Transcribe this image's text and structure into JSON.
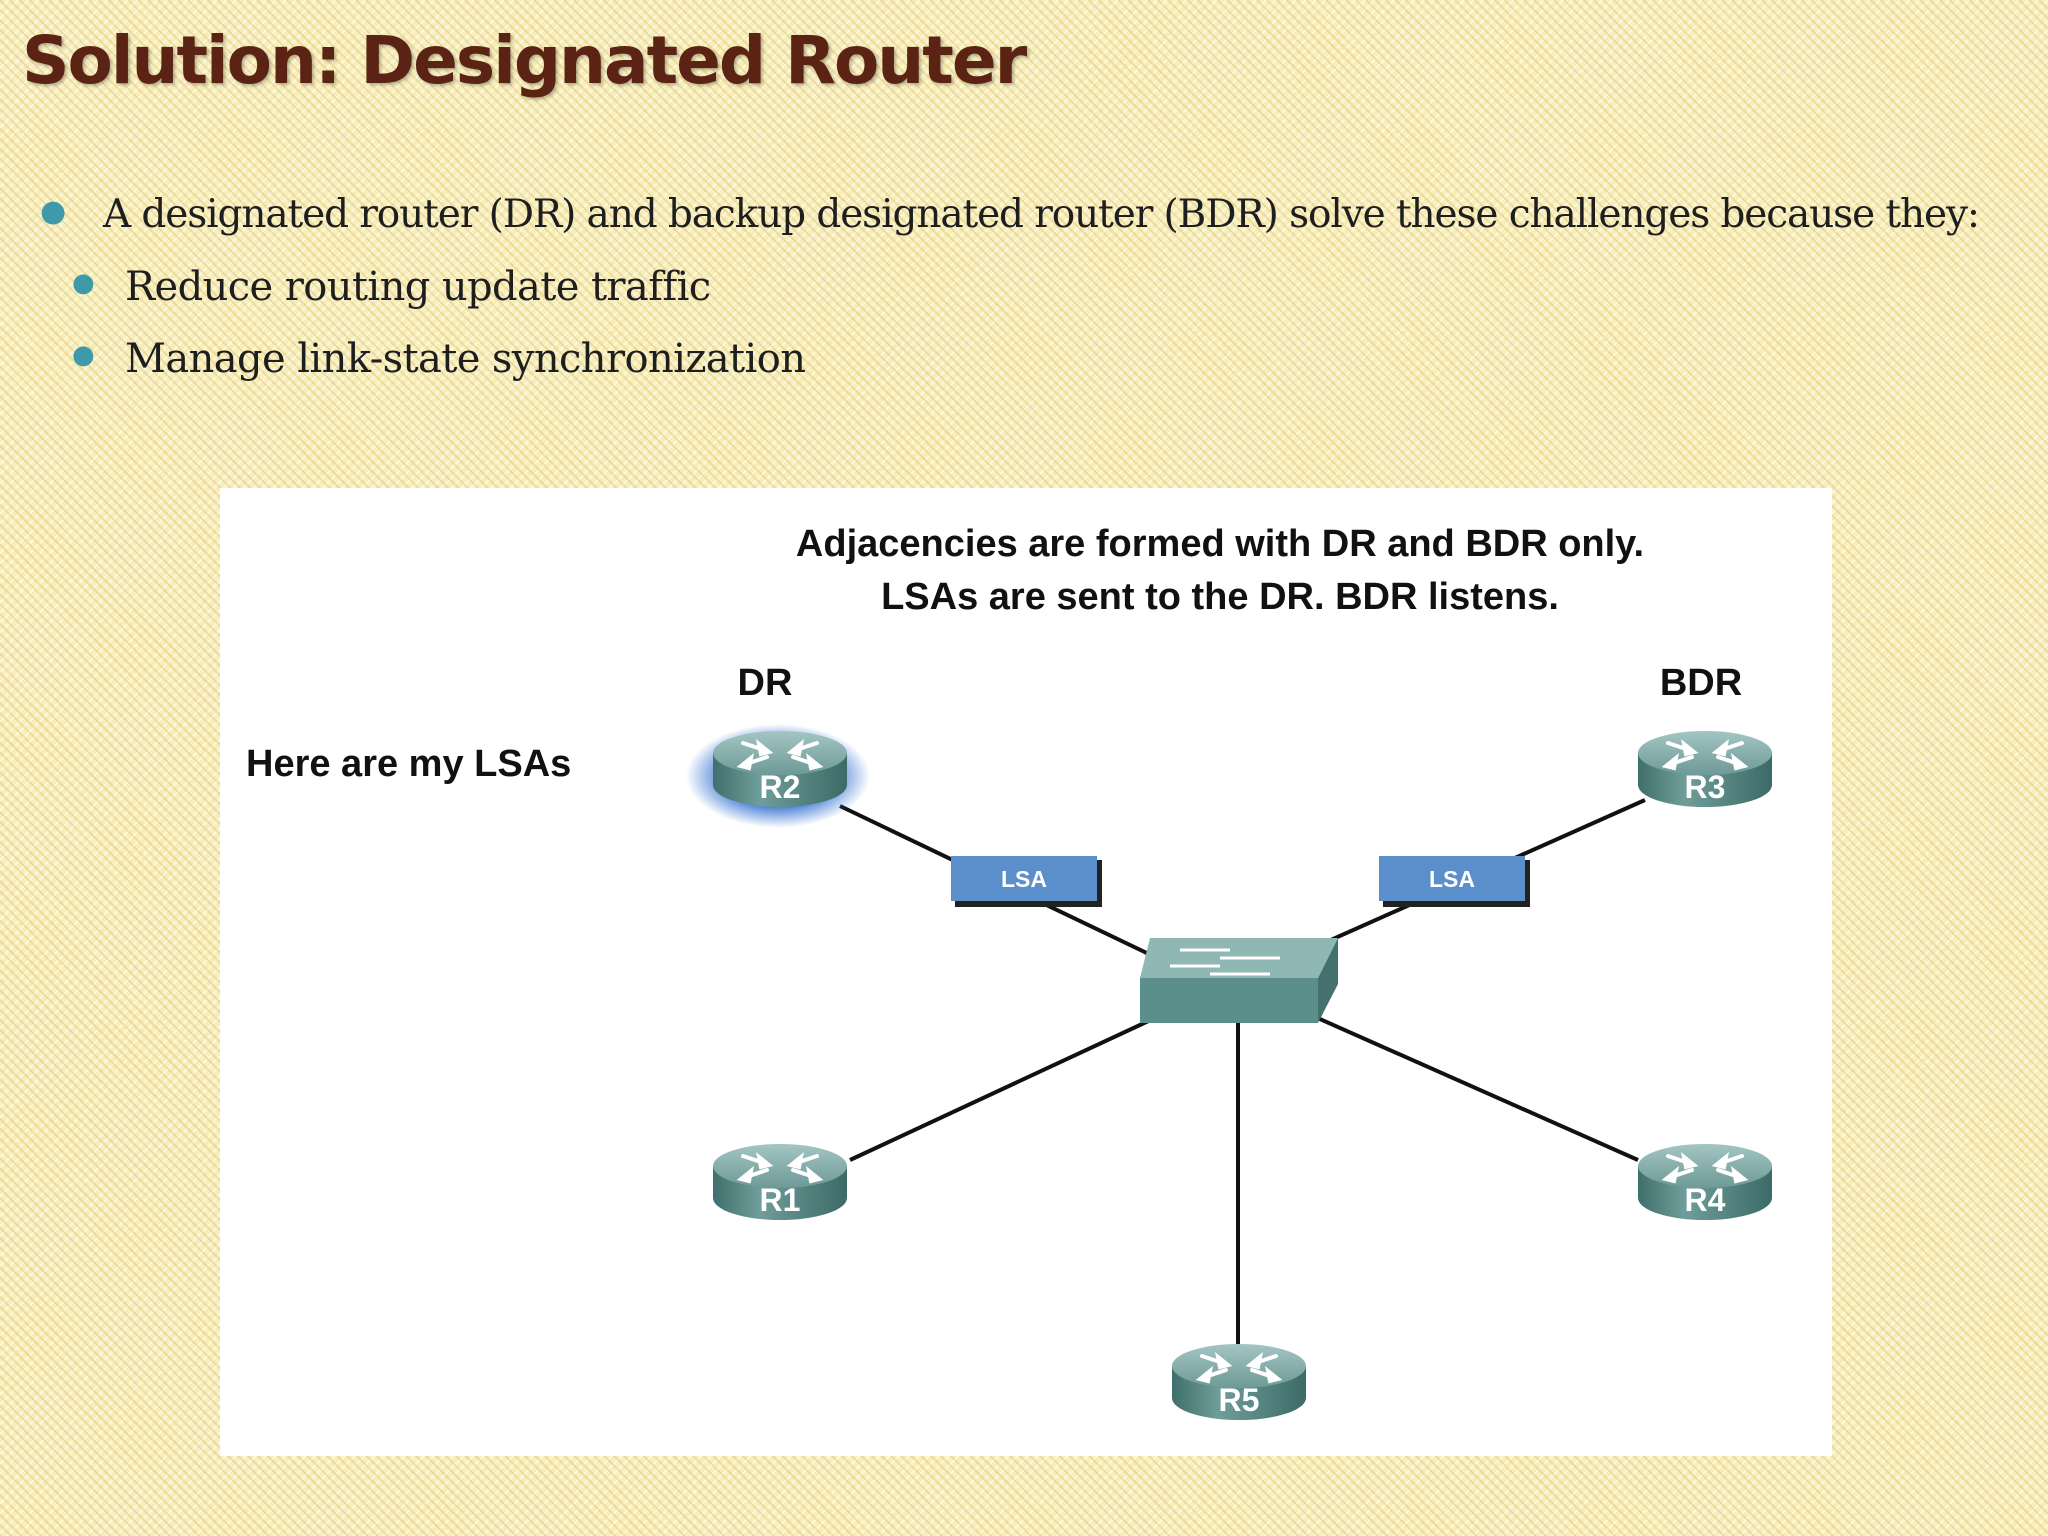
{
  "slide": {
    "title": "Solution: Designated Router",
    "bullets": [
      "A designated router (DR) and backup designated router (BDR) solve these challenges because they:",
      "Reduce routing update traffic",
      "Manage link-state synchronization"
    ]
  },
  "diagram": {
    "caption_line1": "Adjacencies are formed with DR and BDR only.",
    "caption_line2": "LSAs are sent to the DR. BDR listens.",
    "speech": "Here are my LSAs",
    "dr_label": "DR",
    "bdr_label": "BDR",
    "routers": [
      "R2",
      "R3",
      "R1",
      "R4",
      "R5"
    ],
    "packet_label": "LSA",
    "colors": {
      "router_top": "#7fa7a4",
      "router_side": "#4f7f7c",
      "switch": "#5f9491",
      "lsa": "#5b8fcc",
      "dr_glow": "#3a7ad6"
    }
  }
}
